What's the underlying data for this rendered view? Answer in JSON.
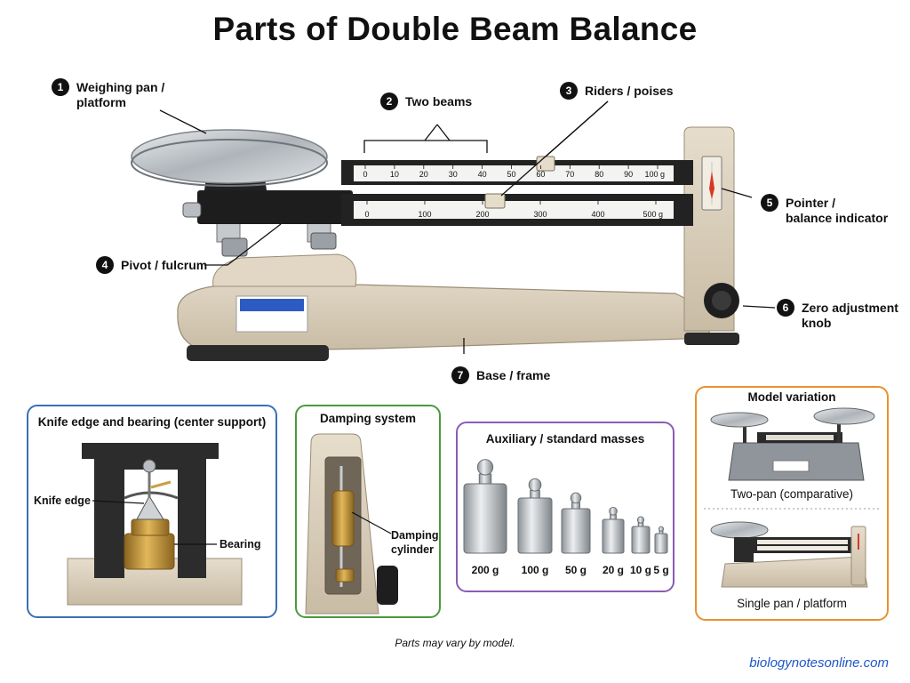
{
  "title": "Parts of Double Beam Balance",
  "parts": [
    {
      "number": "1",
      "label": "Weighing pan /",
      "label2": "platform"
    },
    {
      "number": "2",
      "label": "Two beams"
    },
    {
      "number": "3",
      "label": "Riders / poises"
    },
    {
      "number": "4",
      "label": "Pivot / fulcrum"
    },
    {
      "number": "5",
      "label": "Pointer /",
      "label2": "balance indicator"
    },
    {
      "number": "6",
      "label": "Zero adjustment",
      "label2": "knob"
    },
    {
      "number": "7",
      "label": "Base / frame"
    }
  ],
  "beam_scales": {
    "upper": [
      "0",
      "10",
      "20",
      "30",
      "40",
      "50",
      "60",
      "70",
      "80",
      "90",
      "100 g"
    ],
    "lower": [
      "0",
      "100",
      "200",
      "300",
      "400",
      "500 g"
    ]
  },
  "panels": {
    "knife": {
      "title": "Knife edge and bearing (center support)",
      "knife_label": "Knife edge",
      "bearing_label": "Bearing"
    },
    "damping": {
      "title": "Damping system",
      "cyl_label": "Damping",
      "cyl_label2": "cylinder"
    },
    "masses": {
      "title": "Auxiliary / standard masses",
      "items": [
        "200 g",
        "100 g",
        "50 g",
        "20 g",
        "10 g",
        "5 g"
      ]
    },
    "model": {
      "title": "Model variation",
      "two_pan": "Two-pan (comparative)",
      "single_pan": "Single pan / platform"
    }
  },
  "footnote": "Parts may vary by model.",
  "brand": "biologynotesonline.com",
  "colors": {
    "knife_border": "#3a6fb6",
    "damping_border": "#4a9a3c",
    "masses_border": "#8a5cb2",
    "model_border": "#e8922e",
    "brand": "#1e56c9"
  }
}
